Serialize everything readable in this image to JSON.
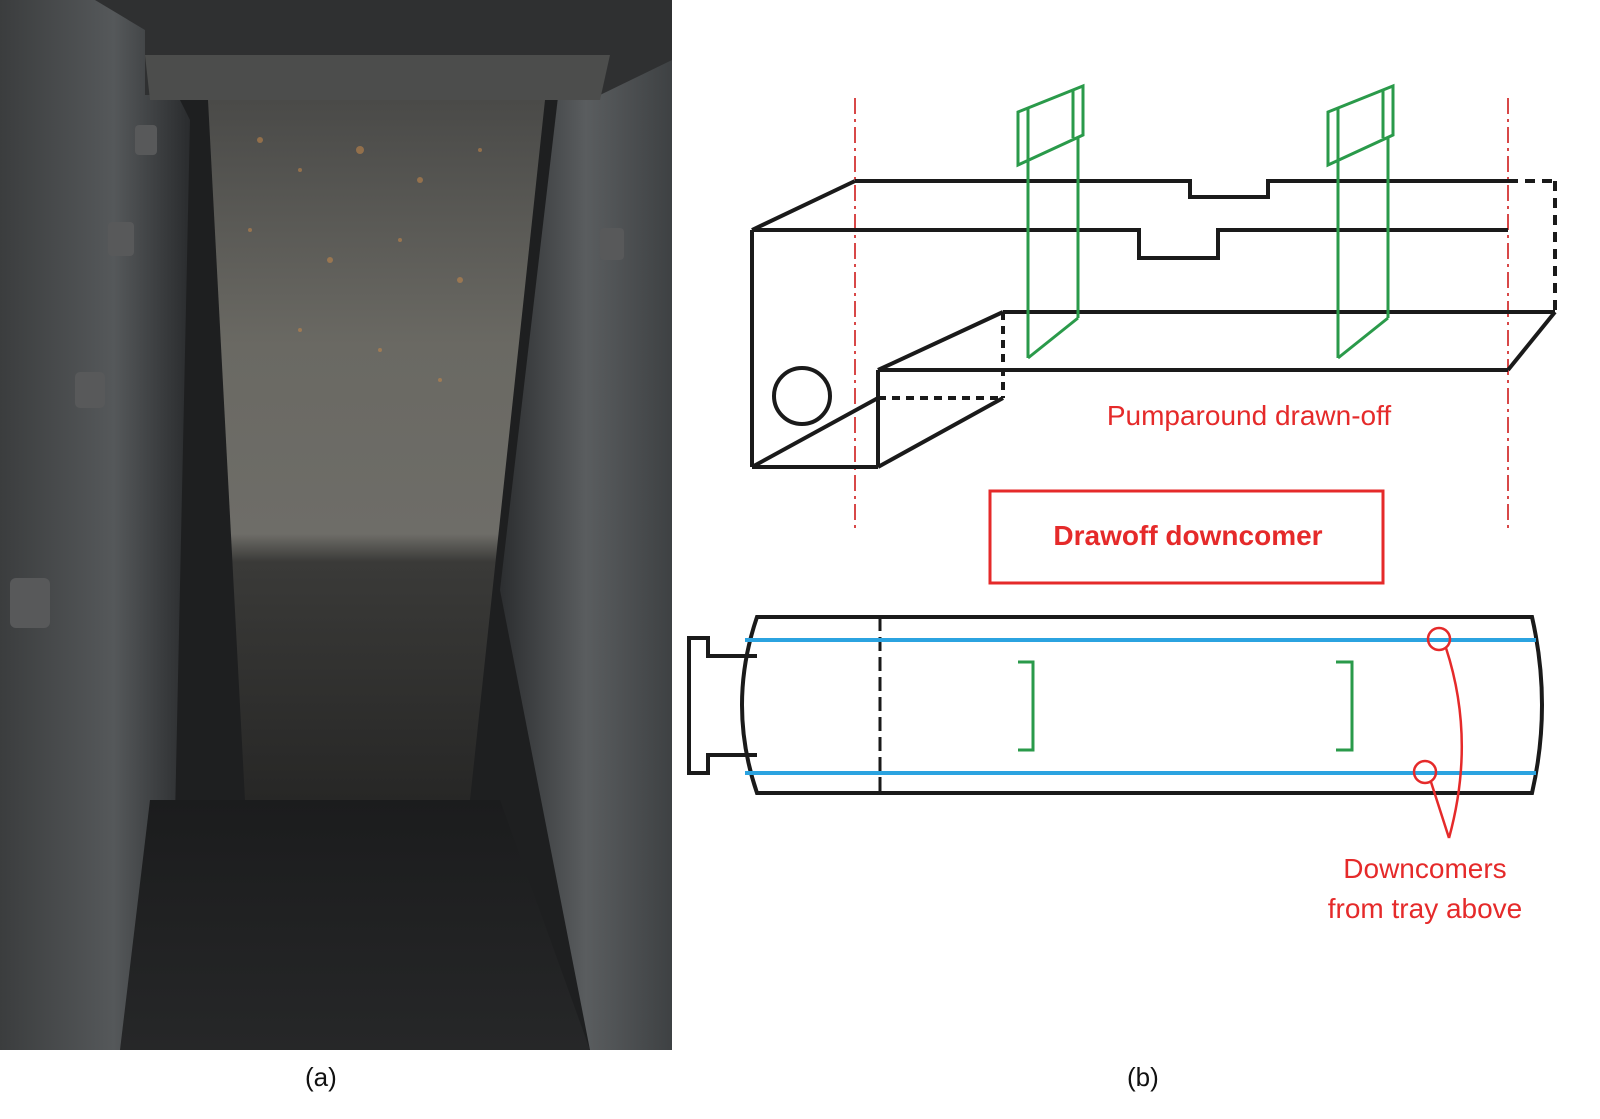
{
  "captions": {
    "a": "(a)",
    "b": "(b)"
  },
  "diagram": {
    "pumparound_label": "Pumparound drawn-off",
    "drawoff_title": "Drawoff  downcomer",
    "downcomers_label_line1": "Downcomers",
    "downcomers_label_line2": "from tray above"
  },
  "colors": {
    "label_red": "#e52a2a",
    "outline_black": "#1a1a1a",
    "green_slot": "#2a9a4a",
    "blue_line": "#2ba3e0",
    "centerline_red": "#d84848"
  }
}
